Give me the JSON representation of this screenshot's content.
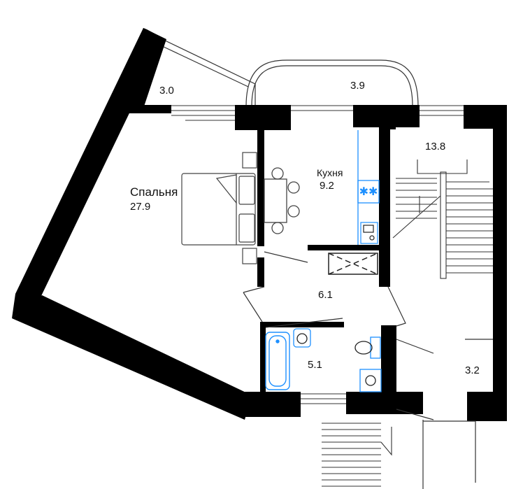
{
  "rooms": {
    "loggia": {
      "area": "3.0"
    },
    "balcony": {
      "area": "3.9"
    },
    "bedroom": {
      "name": "Спальня",
      "area": "27.9"
    },
    "kitchen": {
      "name": "Кухня",
      "area": "9.2"
    },
    "stair_hall": {
      "area": "13.8"
    },
    "hallway": {
      "area": "6.1"
    },
    "bathroom": {
      "area": "5.1"
    },
    "vestibule": {
      "area": "3.2"
    }
  },
  "colors": {
    "wall": "#000000",
    "fixture": "#1e90ff",
    "line": "#333333"
  },
  "icons": [
    "bed-icon",
    "dining-table-icon",
    "stove-icon",
    "sink-icon",
    "bathtub-icon",
    "toilet-icon",
    "washing-machine-icon",
    "staircase-icon"
  ]
}
